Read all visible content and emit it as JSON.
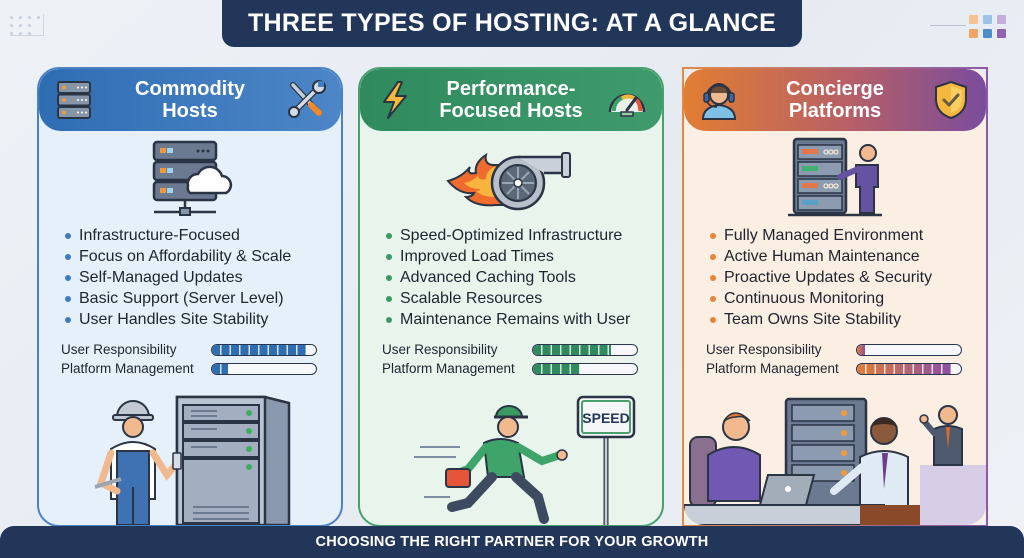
{
  "title": "THREE TYPES OF HOSTING: AT A GLANCE",
  "footer": "CHOOSING THE RIGHT PARTNER FOR YOUR GROWTH",
  "colors": {
    "navy": "#22365a",
    "commodity_accent": "#2f6db3",
    "performance_accent": "#2f8a5e",
    "concierge_accent_start": "#e27e33",
    "concierge_accent_end": "#7a4c9c"
  },
  "meter_labels": {
    "user": "User Responsibility",
    "platform": "Platform Management"
  },
  "cards": [
    {
      "title_line1": "Commodity",
      "title_line2": "Hosts",
      "left_icon": "server-rack-icon",
      "right_icon": "wrench-screwdriver-icon",
      "hero_icon": "server-cloud-icon",
      "features": [
        "Infrastructure-Focused",
        "Focus on Affordability & Scale",
        "Self-Managed Updates",
        "Basic Support (Server Level)",
        "User Handles Site Stability"
      ],
      "user_responsibility": 0.9,
      "platform_management": 0.15,
      "fill_color": "#2f6db3",
      "illustration": "technician-with-server"
    },
    {
      "title_line1": "Performance-",
      "title_line2": "Focused Hosts",
      "left_icon": "lightning-bolt-icon",
      "right_icon": "speedometer-icon",
      "hero_icon": "turbocharger-flame-icon",
      "features": [
        "Speed-Optimized Infrastructure",
        "Improved Load Times",
        "Advanced Caching Tools",
        "Scalable Resources",
        "Maintenance Remains with User"
      ],
      "user_responsibility": 0.75,
      "platform_management": 0.45,
      "fill_color": "#2f8a5e",
      "illustration": "runner-with-speed-sign",
      "sign_text": "SPEED"
    },
    {
      "title_line1": "Concierge",
      "title_line2": "Platforms",
      "left_icon": "support-agent-headset-icon",
      "right_icon": "shield-check-icon",
      "hero_icon": "person-at-server-icon",
      "features": [
        "Fully Managed Environment",
        "Active Human Maintenance",
        "Proactive Updates & Security",
        "Continuous Monitoring",
        "Team Owns Site Stability"
      ],
      "user_responsibility": 0.08,
      "platform_management": 0.9,
      "fill_color": "linear-gradient(90deg,#e27e33,#8a4fa8)",
      "illustration": "team-at-desk-with-server"
    }
  ]
}
